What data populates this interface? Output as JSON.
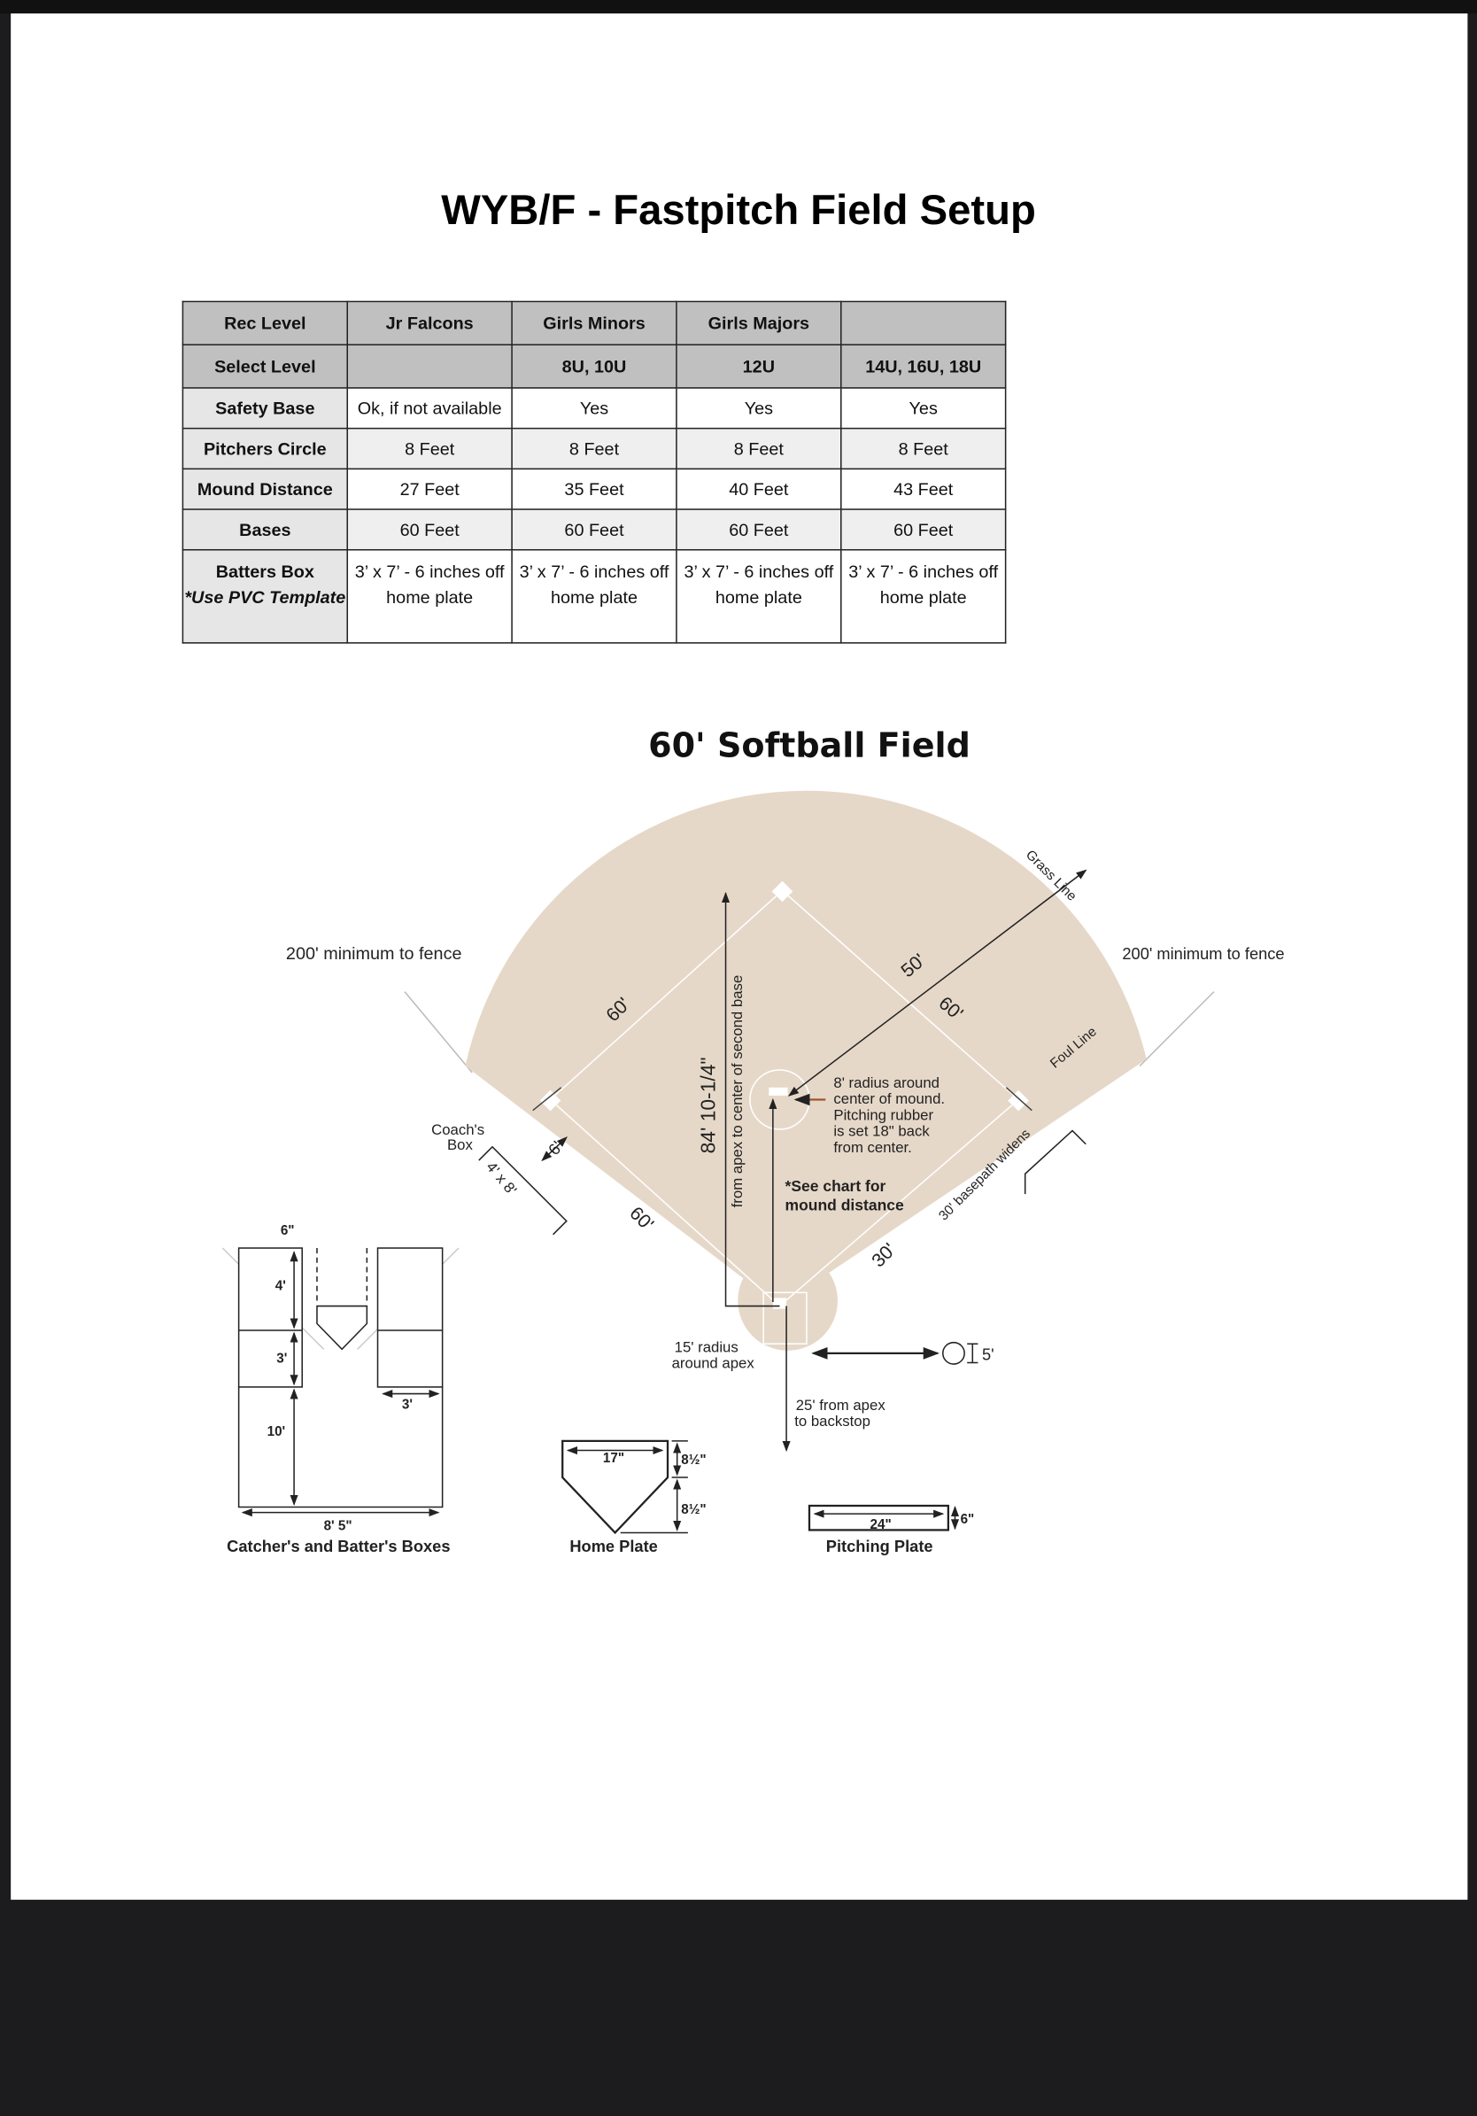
{
  "title": "WYB/F - Fastpitch Field Setup",
  "table": {
    "rows": [
      {
        "label": "Rec Level",
        "cells": [
          "Jr Falcons",
          "Girls Minors",
          "Girls Majors",
          ""
        ]
      },
      {
        "label": "Select Level",
        "cells": [
          "",
          "8U, 10U",
          "12U",
          "14U, 16U, 18U"
        ]
      },
      {
        "label": "Safety Base",
        "cells": [
          "Ok, if not available",
          "Yes",
          "Yes",
          "Yes"
        ]
      },
      {
        "label": "Pitchers Circle",
        "cells": [
          "8 Feet",
          "8 Feet",
          "8 Feet",
          "8 Feet"
        ]
      },
      {
        "label": "Mound Distance",
        "cells": [
          "27 Feet",
          "35 Feet",
          "40 Feet",
          "43 Feet"
        ]
      },
      {
        "label": "Bases",
        "cells": [
          "60 Feet",
          "60 Feet",
          "60 Feet",
          "60 Feet"
        ]
      },
      {
        "label": "Batters Box",
        "label_note": "*Use PVC Template",
        "cells": [
          "3’ x 7’ - 6 inches off home plate",
          "3’ x 7’ - 6 inches off home plate",
          "3’ x 7’ - 6 inches off home plate",
          "3’ x 7’ - 6 inches off home plate"
        ]
      }
    ]
  },
  "diagram": {
    "title": "60' Softball Field",
    "fence_left": "200' minimum to fence",
    "fence_right": "200' minimum to fence",
    "grass_line": "Grass Line",
    "foul_line": "Foul Line",
    "base_60_a": "60'",
    "base_60_b": "60'",
    "base_60_c": "60'",
    "dist_50": "50'",
    "dist_30": "30'",
    "second_base_dist": "84' 10-1/4\"",
    "second_base_note": "from apex to center of second base",
    "mound_note": [
      "8' radius around",
      "center of mound.",
      "Pitching rubber",
      "is set 18\" back",
      "from center."
    ],
    "chart_note": [
      "*See chart for",
      "mound distance"
    ],
    "basepath": "30' basepath widens",
    "coach_box": [
      "Coach's",
      "Box"
    ],
    "coach_size": "4' x 8'",
    "coach_dist": "6'",
    "apex_radius": [
      "15' radius",
      "around apex"
    ],
    "backstop": [
      "25' from apex",
      "to backstop"
    ],
    "circle_size": "5'",
    "boxes": {
      "d6": "6\"",
      "d4": "4'",
      "d3": "3'",
      "d10": "10'",
      "w3": "3'",
      "w85": "8' 5\"",
      "caption": "Catcher's and Batter's Boxes"
    },
    "plate": {
      "w": "17\"",
      "h1": "8½\"",
      "h2": "8½\"",
      "caption": "Home Plate"
    },
    "rubber": {
      "w": "24\"",
      "h": "6\"",
      "caption": "Pitching Plate"
    },
    "colors": {
      "field": "#e6d8c8",
      "page": "#ffffff",
      "frame": "#1c1c1e"
    }
  }
}
